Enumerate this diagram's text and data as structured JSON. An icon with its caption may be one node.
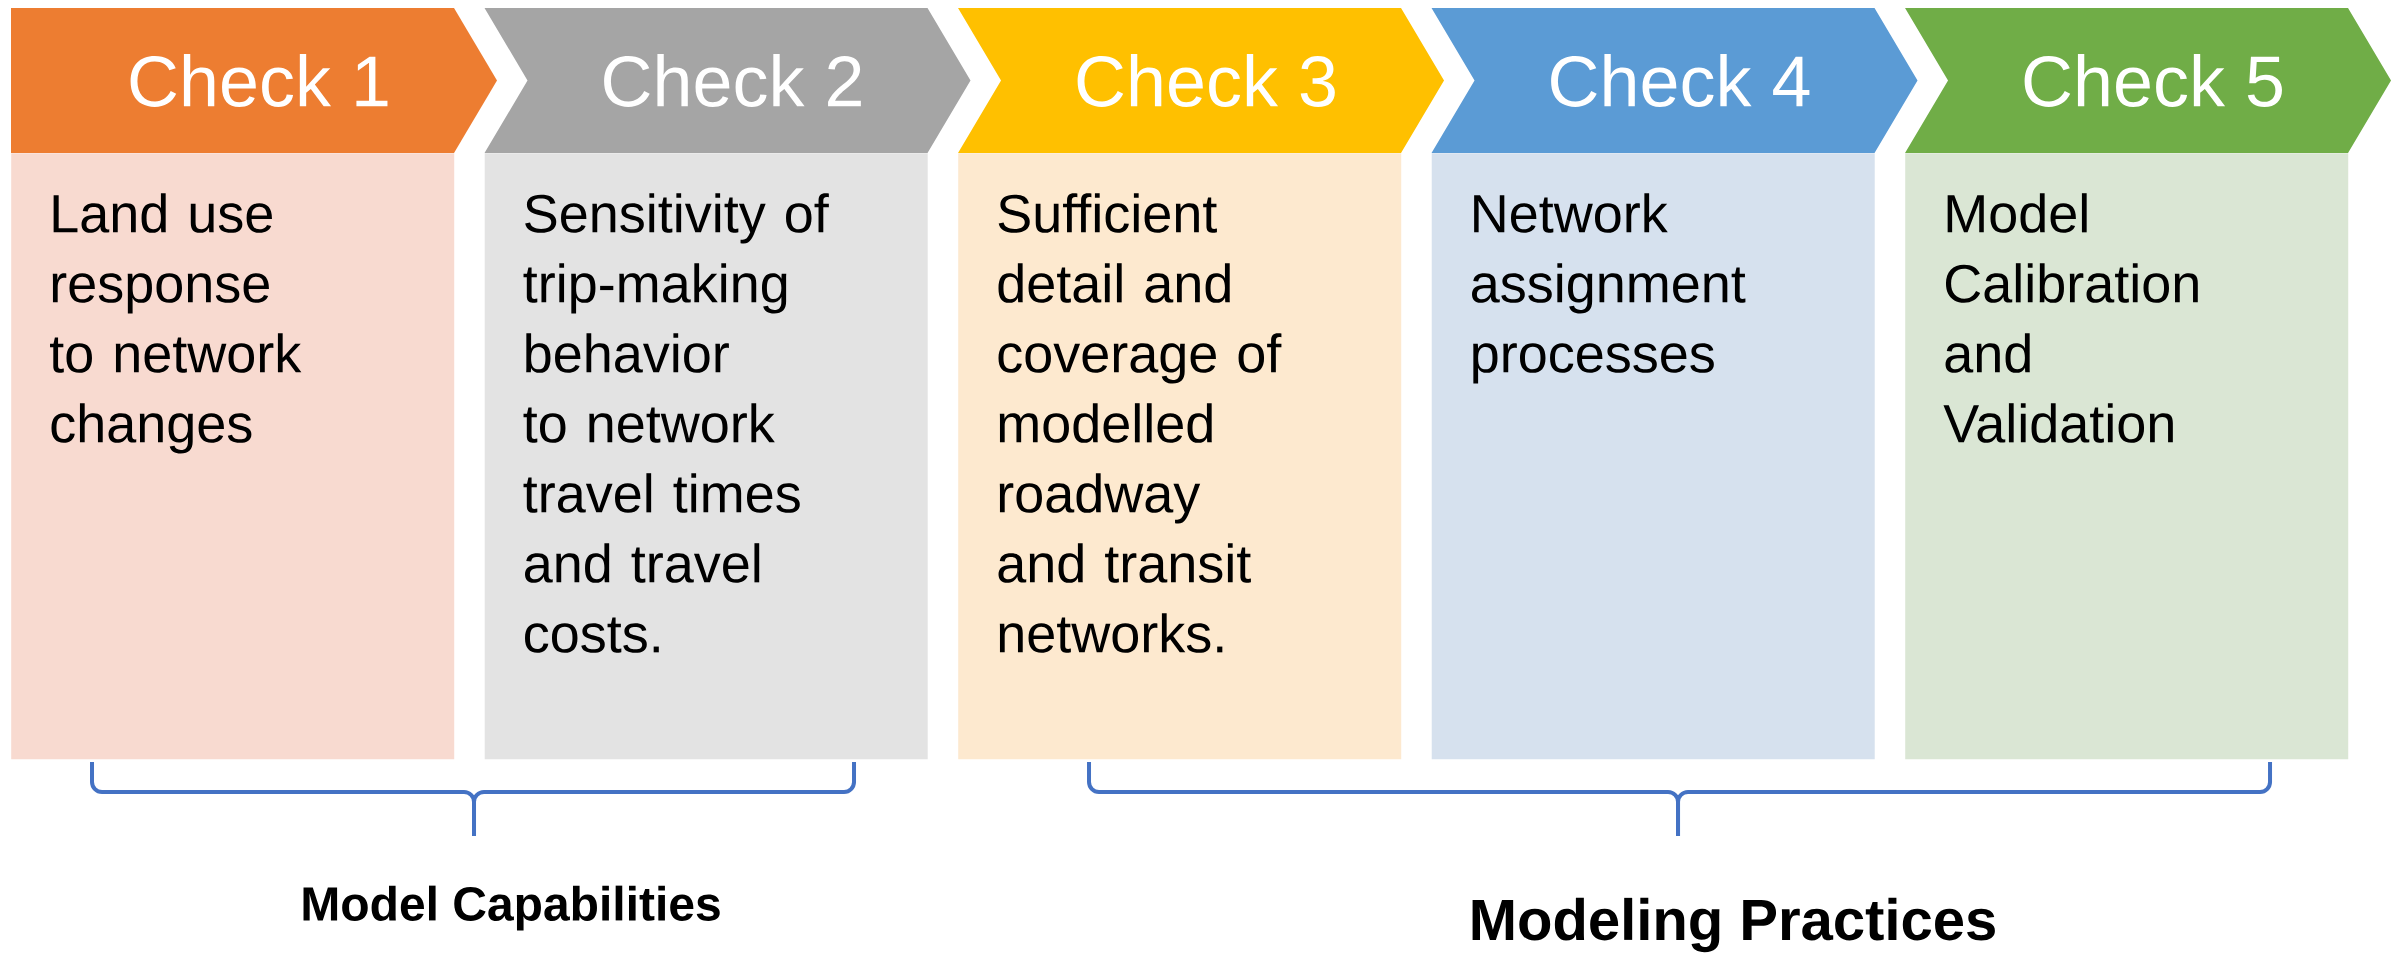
{
  "diagram": {
    "nodes": [
      {
        "text": [
          "Check 1"
        ]
      },
      {
        "text": [
          "Land use response to network changes"
        ]
      },
      {
        "text": [
          "Check 2"
        ]
      },
      {
        "text": [
          "Sensitivity of trip-making behavior to network travel times and travel costs."
        ]
      },
      {
        "text": [
          "Check 3"
        ]
      },
      {
        "text": [
          "Sufficient detail and coverage of modelled roadway and transit networks."
        ]
      },
      {
        "text": [
          "Check 4"
        ]
      },
      {
        "text": [
          "Network assignment processes"
        ]
      },
      {
        "text": [
          "Check 5"
        ]
      },
      {
        "text": [
          "Model Calibration and Validation"
        ]
      }
    ],
    "labels": [
      "Model Capabilities",
      "Modeling Practices"
    ]
  }
}
